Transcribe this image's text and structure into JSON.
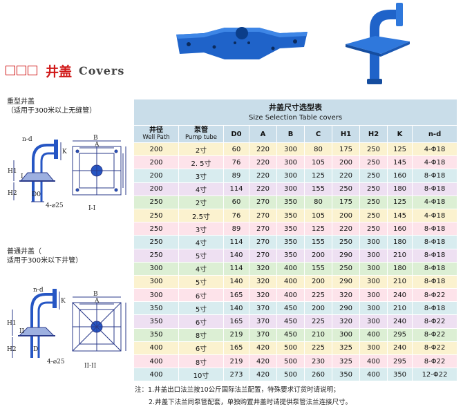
{
  "section": {
    "title_cn": "井盖",
    "title_en": "Covers"
  },
  "heavy": {
    "title": "重型井盖",
    "subtitle": "（适用于300米以上无缝管）",
    "labels": {
      "nd": "n-d",
      "b": "B",
      "a": "A",
      "k": "K",
      "h1": "H1",
      "h2": "H2",
      "d0": "D0",
      "i": "I",
      "bolt": "4-⌀25",
      "section": "I-I"
    }
  },
  "normal": {
    "title": "普通井盖（",
    "subtitle": "适用于300米以下井管）",
    "labels": {
      "nd": "n-d",
      "b": "B",
      "a": "A",
      "k": "K",
      "h1": "H1",
      "h2": "H2",
      "d0": "D",
      "ii": "II",
      "bolt": "4-⌀25",
      "section": "II-II"
    }
  },
  "table": {
    "title_cn": "井盖尺寸选型表",
    "title_en": "Size Selection Table covers",
    "headers": [
      {
        "cn": "井径",
        "en": "Well Path"
      },
      {
        "cn": "泵管",
        "en": "Pump tube"
      },
      {
        "cn": "D0",
        "en": ""
      },
      {
        "cn": "A",
        "en": ""
      },
      {
        "cn": "B",
        "en": ""
      },
      {
        "cn": "C",
        "en": ""
      },
      {
        "cn": "H1",
        "en": ""
      },
      {
        "cn": "H2",
        "en": ""
      },
      {
        "cn": "K",
        "en": ""
      },
      {
        "cn": "n-d",
        "en": ""
      }
    ],
    "rows": [
      [
        "200",
        "2寸",
        "60",
        "220",
        "300",
        "80",
        "175",
        "250",
        "125",
        "4-Φ18"
      ],
      [
        "200",
        "2. 5寸",
        "76",
        "220",
        "300",
        "105",
        "200",
        "250",
        "145",
        "4-Φ18"
      ],
      [
        "200",
        "3寸",
        "89",
        "220",
        "300",
        "125",
        "220",
        "250",
        "160",
        "8-Φ18"
      ],
      [
        "200",
        "4寸",
        "114",
        "220",
        "300",
        "155",
        "250",
        "250",
        "180",
        "8-Φ18"
      ],
      [
        "250",
        "2寸",
        "60",
        "270",
        "350",
        "80",
        "175",
        "250",
        "125",
        "4-Φ18"
      ],
      [
        "250",
        "2.5寸",
        "76",
        "270",
        "350",
        "105",
        "200",
        "250",
        "145",
        "4-Φ18"
      ],
      [
        "250",
        "3寸",
        "89",
        "270",
        "350",
        "125",
        "220",
        "250",
        "160",
        "8-Φ18"
      ],
      [
        "250",
        "4寸",
        "114",
        "270",
        "350",
        "155",
        "250",
        "300",
        "180",
        "8-Φ18"
      ],
      [
        "250",
        "5寸",
        "140",
        "270",
        "350",
        "200",
        "290",
        "300",
        "210",
        "8-Φ18"
      ],
      [
        "300",
        "4寸",
        "114",
        "320",
        "400",
        "155",
        "250",
        "300",
        "180",
        "8-Φ18"
      ],
      [
        "300",
        "5寸",
        "140",
        "320",
        "400",
        "200",
        "290",
        "300",
        "210",
        "8-Φ18"
      ],
      [
        "300",
        "6寸",
        "165",
        "320",
        "400",
        "225",
        "320",
        "300",
        "240",
        "8-Φ22"
      ],
      [
        "350",
        "5寸",
        "140",
        "370",
        "450",
        "200",
        "290",
        "300",
        "210",
        "8-Φ18"
      ],
      [
        "350",
        "6寸",
        "165",
        "370",
        "450",
        "225",
        "320",
        "300",
        "240",
        "8-Φ22"
      ],
      [
        "350",
        "8寸",
        "219",
        "370",
        "450",
        "210",
        "300",
        "400",
        "295",
        "8-Φ22"
      ],
      [
        "400",
        "6寸",
        "165",
        "420",
        "500",
        "225",
        "325",
        "300",
        "240",
        "8-Φ22"
      ],
      [
        "400",
        "8寸",
        "219",
        "420",
        "500",
        "230",
        "325",
        "400",
        "295",
        "8-Φ22"
      ],
      [
        "400",
        "10寸",
        "273",
        "420",
        "500",
        "260",
        "350",
        "400",
        "350",
        "12-Φ22"
      ]
    ],
    "row_colors": [
      "#fbf2cf",
      "#fde3ea",
      "#d8ecef",
      "#eee0f2",
      "#dcefd4",
      "#fbf2cf",
      "#fde3ea",
      "#d8ecef",
      "#eee0f2",
      "#dcefd4",
      "#fbf2cf",
      "#fde3ea",
      "#d8ecef",
      "#eee0f2",
      "#dcefd4",
      "#fbf2cf",
      "#fde3ea",
      "#d8ecef"
    ]
  },
  "notes": {
    "line1": "注：1.井盖出口法兰按10公斤国际法兰配置，特殊要求订货时请说明；",
    "line2": "2.井盖下法兰同泵管配套，单独购置井盖时请提供泵管法兰连接尺寸。"
  },
  "colors": {
    "accent_red": "#d01818",
    "product_blue": "#1f63c9",
    "header_bg": "#c9dde9"
  }
}
